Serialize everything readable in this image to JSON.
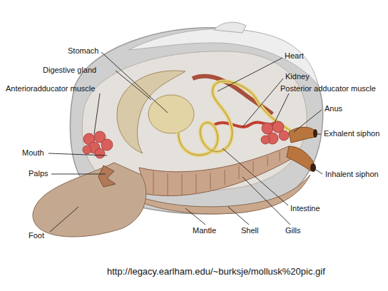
{
  "diagram": {
    "labels": [
      "Stomach",
      "Digestive gland",
      "Anterioradducator muscle",
      "Mouth",
      "Palps",
      "Foot",
      "Heart",
      "Kidney",
      "Posterior adducator muscle",
      "Anus",
      "Exhalent siphon",
      "Inhalent siphon",
      "Intestine",
      "Mantle",
      "Shell",
      "Gills",
      "http://legacy.earlham.edu/~burksje/mollusk%20pic.gif"
    ]
  }
}
